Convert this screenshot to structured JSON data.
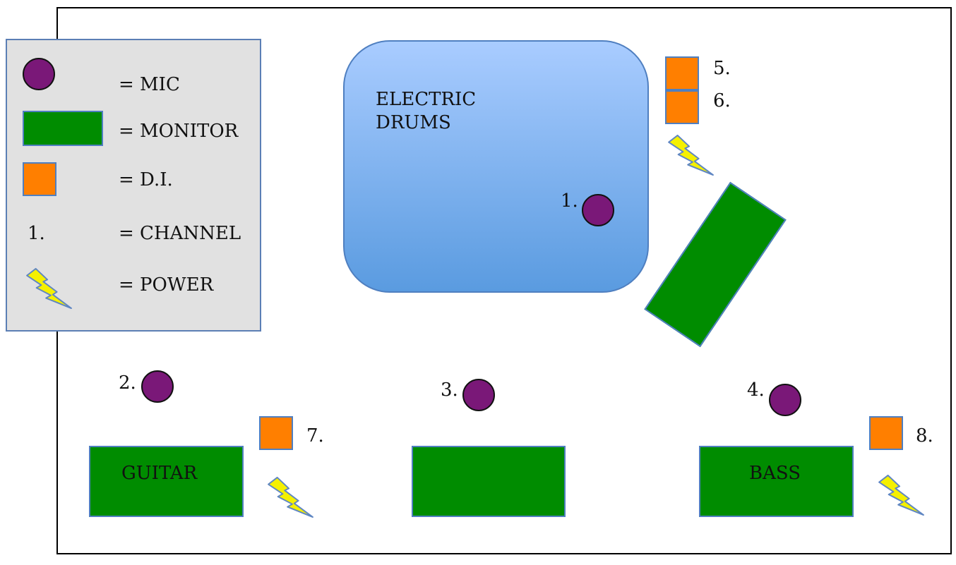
{
  "legend": {
    "mic": "= MIC",
    "monitor": "= MONITOR",
    "di": "= D.I.",
    "channel_sample": "1.",
    "channel": "= CHANNEL",
    "power": "= POWER"
  },
  "drums": {
    "line1": "ELECTRIC",
    "line2": "DRUMS"
  },
  "channels": {
    "c1": "1.",
    "c2": "2.",
    "c3": "3.",
    "c4": "4.",
    "c5": "5.",
    "c6": "6.",
    "c7": "7.",
    "c8": "8."
  },
  "monitors": {
    "guitar": "GUITAR",
    "bass": "BASS"
  },
  "colors": {
    "mic": "#7a1878",
    "monitor": "#008c00",
    "di": "#ff7f00",
    "power": "#f5f000",
    "legend_bg": "#e1e1e1",
    "drums_top": "#a9ccff",
    "drums_bottom": "#5a9be0"
  },
  "icons": {
    "mic": "purple-circle",
    "monitor": "green-rectangle",
    "di": "orange-square",
    "power": "lightning-bolt"
  }
}
